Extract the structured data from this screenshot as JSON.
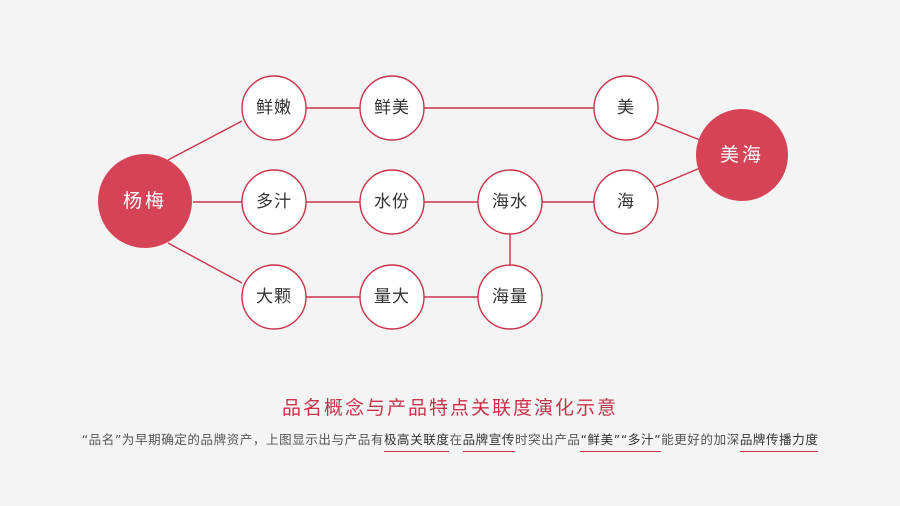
{
  "colors": {
    "accent": "#d64356",
    "stroke": "#c9334a",
    "text": "#333333",
    "background": "#f5f4f4"
  },
  "nodes": {
    "yangmei": "杨梅",
    "xiannen": "鲜嫩",
    "xianmei": "鲜美",
    "mei": "美",
    "meihai": "美海",
    "duozhi": "多汁",
    "shuifen": "水份",
    "haishui": "海水",
    "hai": "海",
    "dake": "大颗",
    "liangda": "量大",
    "hailiang": "海量"
  },
  "caption": {
    "title": "品名概念与产品特点关联度演化示意",
    "body": {
      "part1": "“品名”为早期确定的品牌资产，上图显示出与产品有",
      "hl1": "极高关联度",
      "part2": "在",
      "hl2": "品牌宣传",
      "part3": "时突出产品",
      "hl3": "“鲜美”“多汁”",
      "part4": "能更好的加深",
      "hl4": "品牌传播力度"
    }
  }
}
